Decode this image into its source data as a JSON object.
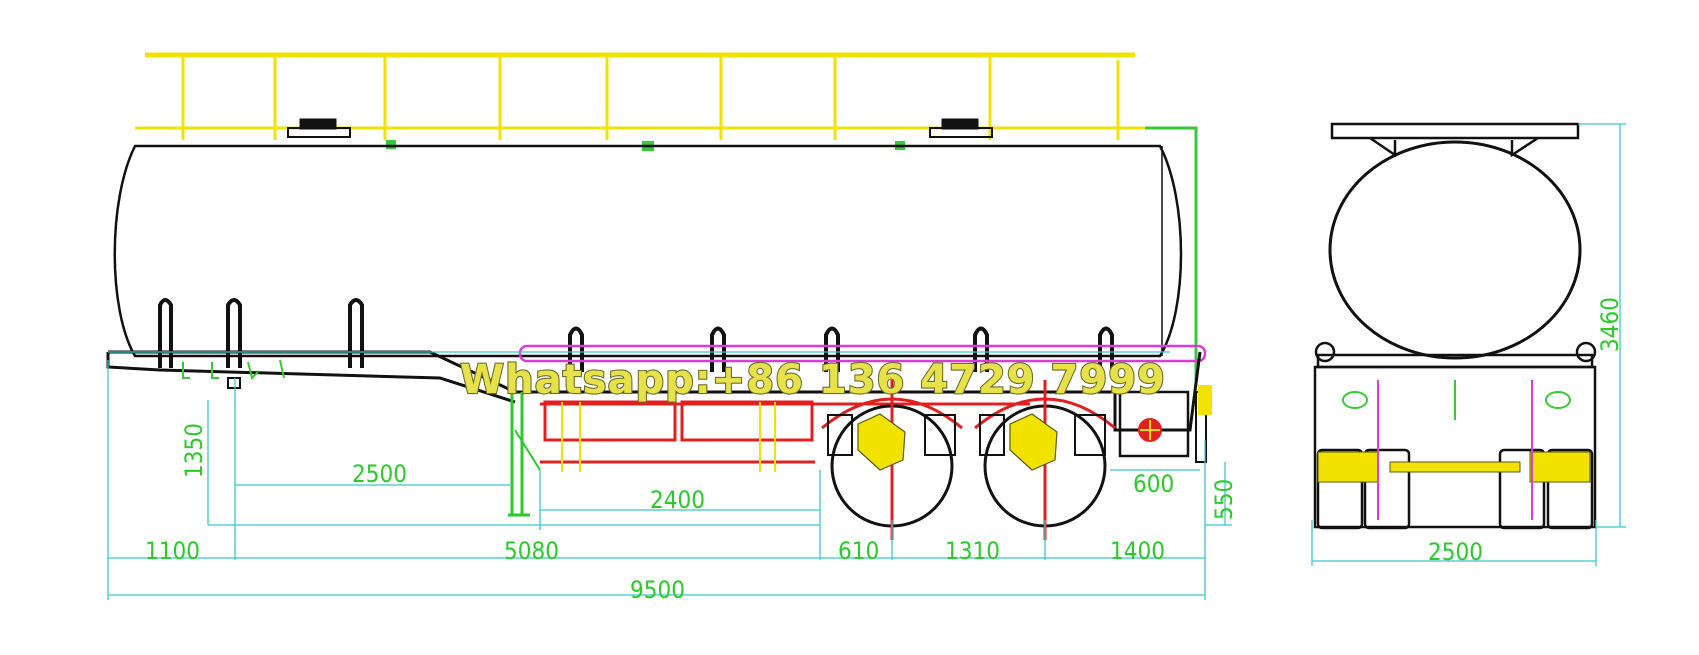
{
  "watermark": "Whatsapp:+86 136 4729 7999",
  "side_view_dimensions": {
    "overall_length": "9500",
    "front_overhang": "1100",
    "kingpin_to_axle": "5080",
    "axle_front_gap": "610",
    "axle_spacing": "1310",
    "rear_overhang": "1400",
    "landing_leg_to_kingpin": "2500",
    "toolbox_length": "2400",
    "fifth_wheel_height": "1350",
    "rear_box_width": "600",
    "rear_bumper_height": "550"
  },
  "rear_view_dimensions": {
    "overall_width": "2500",
    "overall_height": "3460"
  },
  "colors": {
    "tank_outline": "#111111",
    "railing": "#f2e200",
    "dimension_lines": "#3cc8c8",
    "dimension_text": "#2bc92b",
    "frame": "#e02020",
    "pipe": "#d93cd9",
    "suspension": "#f2e200"
  }
}
